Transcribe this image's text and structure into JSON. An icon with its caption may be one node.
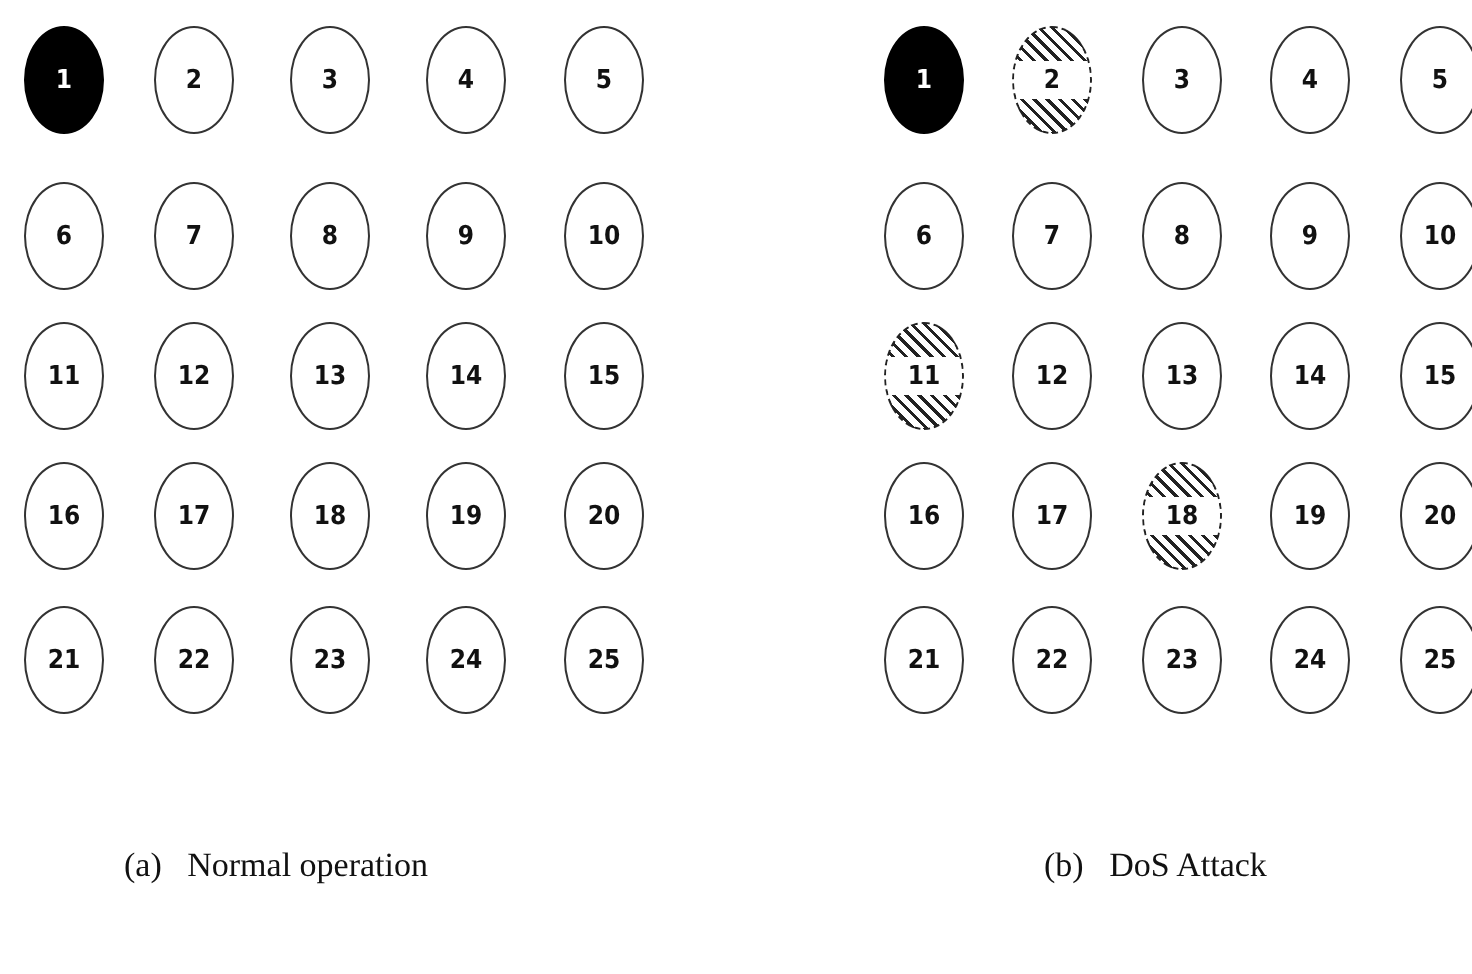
{
  "diagram": {
    "nodes": [
      {
        "text": [
          "1"
        ]
      },
      {
        "text": [
          "2"
        ]
      },
      {
        "text": [
          "3"
        ]
      },
      {
        "text": [
          "4"
        ]
      },
      {
        "text": [
          "5"
        ]
      },
      {
        "text": [
          "6"
        ]
      },
      {
        "text": [
          "7"
        ]
      },
      {
        "text": [
          "8"
        ]
      },
      {
        "text": [
          "9"
        ]
      },
      {
        "text": [
          "10"
        ]
      },
      {
        "text": [
          "11"
        ]
      },
      {
        "text": [
          "12"
        ]
      },
      {
        "text": [
          "13"
        ]
      },
      {
        "text": [
          "14"
        ]
      },
      {
        "text": [
          "15"
        ]
      },
      {
        "text": [
          "16"
        ]
      },
      {
        "text": [
          "17"
        ]
      },
      {
        "text": [
          "18"
        ]
      },
      {
        "text": [
          "19"
        ]
      },
      {
        "text": [
          "20"
        ]
      },
      {
        "text": [
          "21"
        ]
      },
      {
        "text": [
          "22"
        ]
      },
      {
        "text": [
          "23"
        ]
      },
      {
        "text": [
          "24"
        ]
      },
      {
        "text": [
          "25"
        ]
      },
      {
        "text": [
          "1"
        ]
      },
      {
        "text": [
          "2"
        ]
      },
      {
        "text": [
          "3"
        ]
      },
      {
        "text": [
          "4"
        ]
      },
      {
        "text": [
          "5"
        ]
      },
      {
        "text": [
          "6"
        ]
      },
      {
        "text": [
          "7"
        ]
      },
      {
        "text": [
          "8"
        ]
      },
      {
        "text": [
          "9"
        ]
      },
      {
        "text": [
          "10"
        ]
      },
      {
        "text": [
          "11"
        ]
      },
      {
        "text": [
          "12"
        ]
      },
      {
        "text": [
          "13"
        ]
      },
      {
        "text": [
          "14"
        ]
      },
      {
        "text": [
          "15"
        ]
      },
      {
        "text": [
          "16"
        ]
      },
      {
        "text": [
          "17"
        ]
      },
      {
        "text": [
          "18"
        ]
      },
      {
        "text": [
          "19"
        ]
      },
      {
        "text": [
          "20"
        ]
      },
      {
        "text": [
          "21"
        ]
      },
      {
        "text": [
          "22"
        ]
      },
      {
        "text": [
          "23"
        ]
      },
      {
        "text": [
          "24"
        ]
      },
      {
        "text": [
          "25"
        ]
      }
    ],
    "labels": [
      "(a)   Normal operation",
      "(b)   DoS Attack"
    ]
  }
}
